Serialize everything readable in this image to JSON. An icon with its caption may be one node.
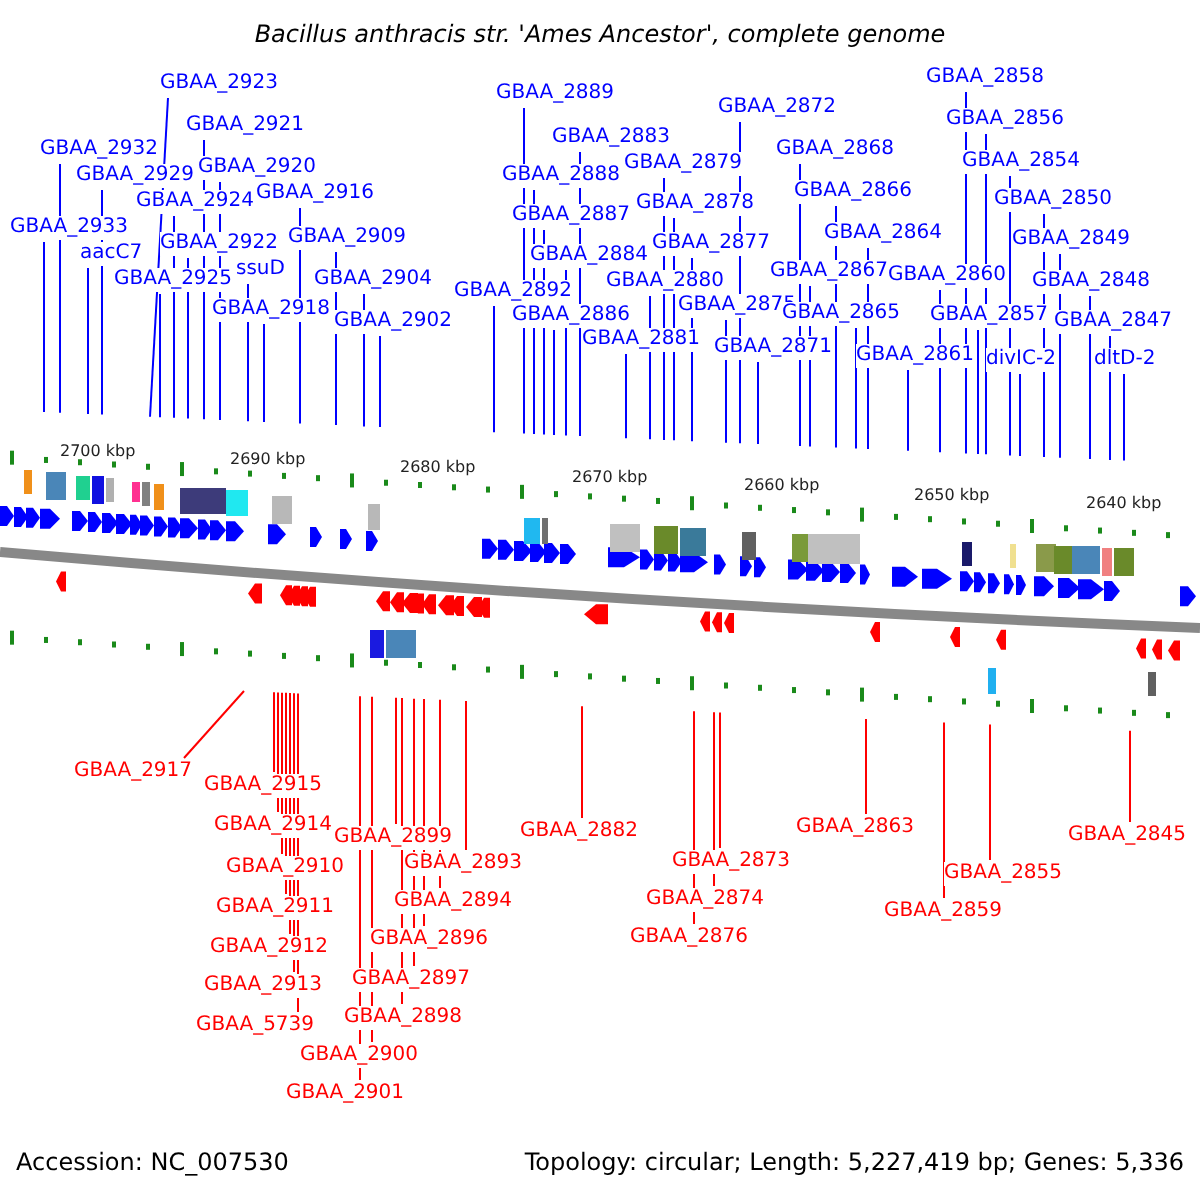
{
  "diagram": {
    "title": "Bacillus anthracis str. 'Ames Ancestor', complete genome",
    "nodes": [
      {
        "text": [
          "GBAA_2923"
        ]
      },
      {
        "text": [
          "GBAA_2921"
        ]
      },
      {
        "text": [
          "GBAA_2932"
        ]
      },
      {
        "text": [
          "GBAA_2920"
        ]
      },
      {
        "text": [
          "GBAA_2929"
        ]
      },
      {
        "text": [
          "GBAA_2924"
        ]
      },
      {
        "text": [
          "GBAA_2916"
        ]
      },
      {
        "text": [
          "GBAA_2933"
        ]
      },
      {
        "text": [
          "GBAA_2922"
        ]
      },
      {
        "text": [
          "GBAA_2909"
        ]
      },
      {
        "text": [
          "aacC7"
        ]
      },
      {
        "text": [
          "GBAA_2925"
        ]
      },
      {
        "text": [
          "ssuD"
        ]
      },
      {
        "text": [
          "GBAA_2904"
        ]
      },
      {
        "text": [
          "GBAA_2918"
        ]
      },
      {
        "text": [
          "GBAA_2902"
        ]
      },
      {
        "text": [
          "GBAA_2889"
        ]
      },
      {
        "text": [
          "GBAA_2883"
        ]
      },
      {
        "text": [
          "GBAA_2888"
        ]
      },
      {
        "text": [
          "GBAA_2879"
        ]
      },
      {
        "text": [
          "GBAA_2887"
        ]
      },
      {
        "text": [
          "GBAA_2878"
        ]
      },
      {
        "text": [
          "GBAA_2884"
        ]
      },
      {
        "text": [
          "GBAA_2877"
        ]
      },
      {
        "text": [
          "GBAA_2892"
        ]
      },
      {
        "text": [
          "GBAA_2880"
        ]
      },
      {
        "text": [
          "GBAA_2886"
        ]
      },
      {
        "text": [
          "GBAA_2875"
        ]
      },
      {
        "text": [
          "GBAA_2881"
        ]
      },
      {
        "text": [
          "GBAA_2872"
        ]
      },
      {
        "text": [
          "GBAA_2871"
        ]
      },
      {
        "text": [
          "GBAA_2868"
        ]
      },
      {
        "text": [
          "GBAA_2866"
        ]
      },
      {
        "text": [
          "GBAA_2864"
        ]
      },
      {
        "text": [
          "GBAA_2867"
        ]
      },
      {
        "text": [
          "GBAA_2865"
        ]
      },
      {
        "text": [
          "GBAA_2861"
        ]
      },
      {
        "text": [
          "GBAA_2858"
        ]
      },
      {
        "text": [
          "GBAA_2856"
        ]
      },
      {
        "text": [
          "GBAA_2854"
        ]
      },
      {
        "text": [
          "GBAA_2850"
        ]
      },
      {
        "text": [
          "GBAA_2849"
        ]
      },
      {
        "text": [
          "GBAA_2860"
        ]
      },
      {
        "text": [
          "GBAA_2848"
        ]
      },
      {
        "text": [
          "GBAA_2857"
        ]
      },
      {
        "text": [
          "GBAA_2847"
        ]
      },
      {
        "text": [
          "divIC-2"
        ]
      },
      {
        "text": [
          "dltD-2"
        ]
      },
      {
        "text": [
          "GBAA_2917"
        ]
      },
      {
        "text": [
          "GBAA_2915"
        ]
      },
      {
        "text": [
          "GBAA_2914"
        ]
      },
      {
        "text": [
          "GBAA_2910"
        ]
      },
      {
        "text": [
          "GBAA_2911"
        ]
      },
      {
        "text": [
          "GBAA_2912"
        ]
      },
      {
        "text": [
          "GBAA_2913"
        ]
      },
      {
        "text": [
          "GBAA_5739"
        ]
      },
      {
        "text": [
          "GBAA_2882"
        ]
      },
      {
        "text": [
          "GBAA_2899"
        ]
      },
      {
        "text": [
          "GBAA_2893"
        ]
      },
      {
        "text": [
          "GBAA_2894"
        ]
      },
      {
        "text": [
          "GBAA_2896"
        ]
      },
      {
        "text": [
          "GBAA_2897"
        ]
      },
      {
        "text": [
          "GBAA_2898"
        ]
      },
      {
        "text": [
          "GBAA_2900"
        ]
      },
      {
        "text": [
          "GBAA_2901"
        ]
      },
      {
        "text": [
          "GBAA_2873"
        ]
      },
      {
        "text": [
          "GBAA_2874"
        ]
      },
      {
        "text": [
          "GBAA_2876"
        ]
      },
      {
        "text": [
          "GBAA_2863"
        ]
      },
      {
        "text": [
          "GBAA_2855"
        ]
      },
      {
        "text": [
          "GBAA_2859"
        ]
      },
      {
        "text": [
          "GBAA_2845"
        ]
      }
    ],
    "edges": [
      {
        "from": 0,
        "to": null,
        "arrow": "none"
      },
      {
        "from": 1,
        "to": null,
        "arrow": "none"
      },
      {
        "from": 2,
        "to": null,
        "arrow": "none"
      },
      {
        "from": 3,
        "to": null,
        "arrow": "none"
      },
      {
        "from": 4,
        "to": null,
        "arrow": "none"
      },
      {
        "from": 5,
        "to": null,
        "arrow": "none"
      },
      {
        "from": 6,
        "to": null,
        "arrow": "none"
      },
      {
        "from": 7,
        "to": null,
        "arrow": "none"
      },
      {
        "from": 8,
        "to": null,
        "arrow": "none"
      },
      {
        "from": 9,
        "to": null,
        "arrow": "none"
      },
      {
        "from": 10,
        "to": null,
        "arrow": "none"
      },
      {
        "from": 11,
        "to": null,
        "arrow": "none"
      },
      {
        "from": 12,
        "to": null,
        "arrow": "none"
      },
      {
        "from": 13,
        "to": null,
        "arrow": "none"
      },
      {
        "from": 14,
        "to": null,
        "arrow": "none"
      },
      {
        "from": 15,
        "to": null,
        "arrow": "none"
      },
      {
        "from": 16,
        "to": null,
        "arrow": "none"
      },
      {
        "from": 17,
        "to": null,
        "arrow": "none"
      },
      {
        "from": 18,
        "to": null,
        "arrow": "none"
      },
      {
        "from": 19,
        "to": null,
        "arrow": "none"
      },
      {
        "from": 20,
        "to": null,
        "arrow": "none"
      },
      {
        "from": 21,
        "to": null,
        "arrow": "none"
      },
      {
        "from": 22,
        "to": null,
        "arrow": "none"
      },
      {
        "from": 23,
        "to": null,
        "arrow": "none"
      },
      {
        "from": 24,
        "to": null,
        "arrow": "none"
      },
      {
        "from": 25,
        "to": null,
        "arrow": "none"
      },
      {
        "from": 26,
        "to": null,
        "arrow": "none"
      },
      {
        "from": 27,
        "to": null,
        "arrow": "none"
      },
      {
        "from": 28,
        "to": null,
        "arrow": "none"
      },
      {
        "from": 29,
        "to": null,
        "arrow": "none"
      },
      {
        "from": 30,
        "to": null,
        "arrow": "none"
      },
      {
        "from": 31,
        "to": null,
        "arrow": "none"
      },
      {
        "from": 32,
        "to": null,
        "arrow": "none"
      },
      {
        "from": 33,
        "to": null,
        "arrow": "none"
      },
      {
        "from": 34,
        "to": null,
        "arrow": "none"
      },
      {
        "from": 35,
        "to": null,
        "arrow": "none"
      },
      {
        "from": 36,
        "to": null,
        "arrow": "none"
      },
      {
        "from": 37,
        "to": null,
        "arrow": "none"
      },
      {
        "from": 38,
        "to": null,
        "arrow": "none"
      },
      {
        "from": 39,
        "to": null,
        "arrow": "none"
      },
      {
        "from": 40,
        "to": null,
        "arrow": "none"
      },
      {
        "from": 41,
        "to": null,
        "arrow": "none"
      },
      {
        "from": 42,
        "to": null,
        "arrow": "none"
      },
      {
        "from": 43,
        "to": null,
        "arrow": "none"
      },
      {
        "from": 44,
        "to": null,
        "arrow": "none"
      },
      {
        "from": 45,
        "to": null,
        "arrow": "none"
      },
      {
        "from": 46,
        "to": null,
        "arrow": "none"
      },
      {
        "from": 47,
        "to": null,
        "arrow": "none"
      },
      {
        "from": 48,
        "to": null,
        "arrow": "none",
        "color": "#ff0000"
      },
      {
        "from": 49,
        "to": null,
        "arrow": "none",
        "color": "#ff0000"
      },
      {
        "from": 50,
        "to": null,
        "arrow": "none",
        "color": "#ff0000"
      },
      {
        "from": 51,
        "to": null,
        "arrow": "none",
        "color": "#ff0000"
      },
      {
        "from": 52,
        "to": null,
        "arrow": "none",
        "color": "#ff0000"
      },
      {
        "from": 53,
        "to": null,
        "arrow": "none",
        "color": "#ff0000"
      },
      {
        "from": 54,
        "to": null,
        "arrow": "none",
        "color": "#ff0000"
      },
      {
        "from": 55,
        "to": null,
        "arrow": "none",
        "color": "#ff0000"
      },
      {
        "from": 56,
        "to": null,
        "arrow": "none",
        "color": "#ff0000"
      },
      {
        "from": 57,
        "to": null,
        "arrow": "none",
        "color": "#ff0000"
      },
      {
        "from": 58,
        "to": null,
        "arrow": "none",
        "color": "#ff0000"
      },
      {
        "from": 59,
        "to": null,
        "arrow": "none",
        "color": "#ff0000"
      },
      {
        "from": 60,
        "to": null,
        "arrow": "none",
        "color": "#ff0000"
      },
      {
        "from": 61,
        "to": null,
        "arrow": "none",
        "color": "#ff0000"
      },
      {
        "from": 62,
        "to": null,
        "arrow": "none",
        "color": "#ff0000"
      },
      {
        "from": 63,
        "to": null,
        "arrow": "none",
        "color": "#ff0000"
      },
      {
        "from": 64,
        "to": null,
        "arrow": "none",
        "color": "#ff0000"
      },
      {
        "from": 65,
        "to": null,
        "arrow": "none",
        "color": "#ff0000"
      },
      {
        "from": 66,
        "to": null,
        "arrow": "none",
        "color": "#ff0000"
      },
      {
        "from": 67,
        "to": null,
        "arrow": "none",
        "color": "#ff0000"
      },
      {
        "from": 68,
        "to": null,
        "arrow": "none",
        "color": "#ff0000"
      },
      {
        "from": 69,
        "to": null,
        "arrow": "none",
        "color": "#ff0000"
      },
      {
        "from": 70,
        "to": null,
        "arrow": "none",
        "color": "#ff0000"
      },
      {
        "from": 71,
        "to": null,
        "arrow": "none",
        "color": "#ff0000"
      }
    ],
    "labels": [
      "2700 kbp",
      "2690 kbp",
      "2680 kbp",
      "2670 kbp",
      "2660 kbp",
      "2650 kbp",
      "2640 kbp",
      "Accession: NC_007530",
      "Topology: circular; Length: 5,227,419 bp; Genes: 5,336"
    ]
  }
}
